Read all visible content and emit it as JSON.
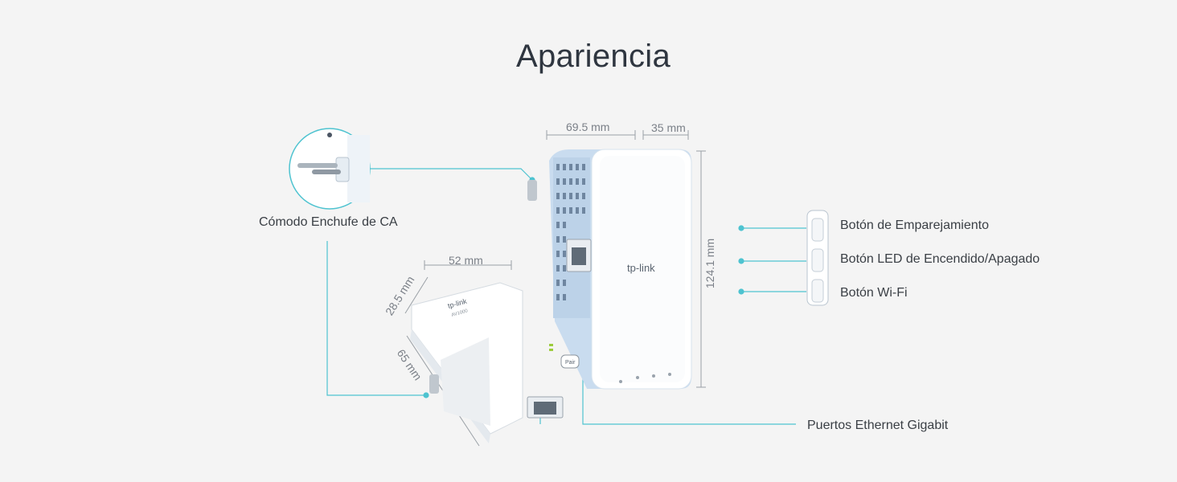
{
  "title": "Apariencia",
  "labels": {
    "plug": "Cómodo Enchufe de CA",
    "pair_button": "Botón de Emparejamiento",
    "led_button": "Botón LED de Encendido/Apagado",
    "wifi_button": "Botón Wi-Fi",
    "ethernet": "Puertos Ethernet Gigabit"
  },
  "dimensions": {
    "large_width": "69.5 mm",
    "large_depth": "35 mm",
    "large_height": "124.1 mm",
    "small_width": "52 mm",
    "small_depth": "28.5 mm",
    "small_height": "65 mm"
  },
  "device_marks": {
    "brand": "tp-link",
    "small_model": "AV1000",
    "small_button": "Pair"
  },
  "colors": {
    "accent": "#4ec3d0",
    "device_body": "#ffffff",
    "device_side": "#c9dcef",
    "text": "#3a3f45",
    "dim_text": "#7b8088"
  },
  "icons": [
    "ac-plug-icon",
    "ethernet-port-icon",
    "pair-button-icon",
    "led-button-icon",
    "wifi-button-icon"
  ]
}
